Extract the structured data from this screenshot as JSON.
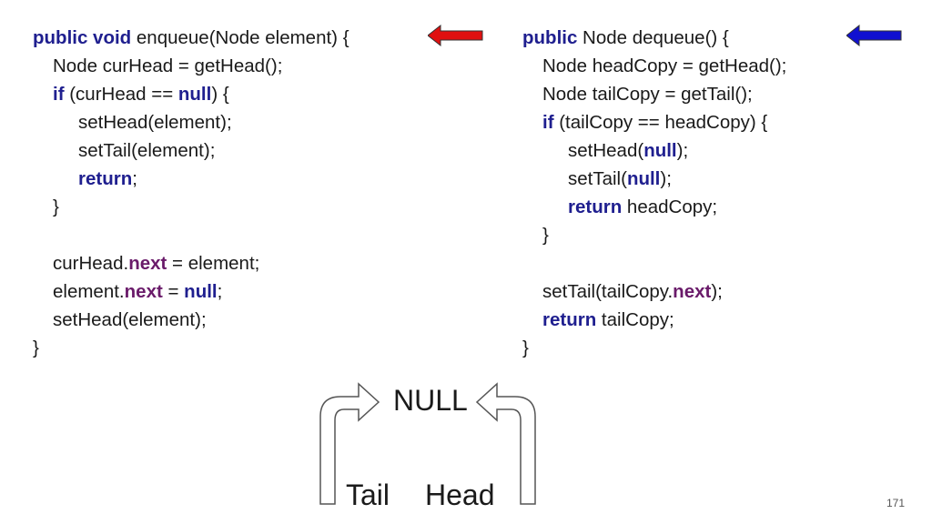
{
  "left_code": {
    "lines": [
      [
        {
          "t": "public void",
          "c": "kw"
        },
        {
          "t": " enqueue(Node element) {",
          "c": "plain"
        }
      ],
      [
        {
          "t": "Node curHead = getHead();",
          "c": "plain"
        }
      ],
      [
        {
          "t": "if",
          "c": "kw"
        },
        {
          "t": " (curHead == ",
          "c": "plain"
        },
        {
          "t": "null",
          "c": "kw"
        },
        {
          "t": ") {",
          "c": "plain"
        }
      ],
      [
        {
          "t": "setHead(element);",
          "c": "plain"
        }
      ],
      [
        {
          "t": "setTail(element);",
          "c": "plain"
        }
      ],
      [
        {
          "t": "return",
          "c": "kw"
        },
        {
          "t": ";",
          "c": "plain"
        }
      ],
      [
        {
          "t": "}",
          "c": "plain"
        }
      ],
      [],
      [
        {
          "t": "curHead.",
          "c": "plain"
        },
        {
          "t": "next",
          "c": "fld"
        },
        {
          "t": " = element;",
          "c": "plain"
        }
      ],
      [
        {
          "t": "element.",
          "c": "plain"
        },
        {
          "t": "next",
          "c": "fld"
        },
        {
          "t": " = ",
          "c": "plain"
        },
        {
          "t": "null",
          "c": "kw"
        },
        {
          "t": ";",
          "c": "plain"
        }
      ],
      [
        {
          "t": "setHead(element);",
          "c": "plain"
        }
      ],
      [
        {
          "t": "}",
          "c": "plain"
        }
      ]
    ],
    "indents": [
      0,
      1,
      1,
      2,
      2,
      2,
      1,
      0,
      1,
      1,
      1,
      0
    ]
  },
  "right_code": {
    "lines": [
      [
        {
          "t": "public",
          "c": "kw"
        },
        {
          "t": " Node dequeue() {",
          "c": "plain"
        }
      ],
      [
        {
          "t": "Node headCopy = getHead();",
          "c": "plain"
        }
      ],
      [
        {
          "t": "Node tailCopy = getTail();",
          "c": "plain"
        }
      ],
      [
        {
          "t": "if",
          "c": "kw"
        },
        {
          "t": " (tailCopy == headCopy) {",
          "c": "plain"
        }
      ],
      [
        {
          "t": "setHead(",
          "c": "plain"
        },
        {
          "t": "null",
          "c": "kw"
        },
        {
          "t": ");",
          "c": "plain"
        }
      ],
      [
        {
          "t": "setTail(",
          "c": "plain"
        },
        {
          "t": "null",
          "c": "kw"
        },
        {
          "t": ");",
          "c": "plain"
        }
      ],
      [
        {
          "t": "return",
          "c": "kw"
        },
        {
          "t": " headCopy;",
          "c": "plain"
        }
      ],
      [
        {
          "t": "}",
          "c": "plain"
        }
      ],
      [],
      [
        {
          "t": "setTail(tailCopy.",
          "c": "plain"
        },
        {
          "t": "next",
          "c": "fld"
        },
        {
          "t": ");",
          "c": "plain"
        }
      ],
      [
        {
          "t": "return",
          "c": "kw"
        },
        {
          "t": " tailCopy;",
          "c": "plain"
        }
      ],
      [
        {
          "t": "}",
          "c": "plain"
        }
      ]
    ],
    "indents": [
      0,
      1,
      1,
      1,
      2,
      2,
      2,
      1,
      0,
      1,
      1,
      0
    ]
  },
  "diagram": {
    "null_label": "NULL",
    "tail_label": "Tail",
    "head_label": "Head"
  },
  "arrows": {
    "enqueue_color": "#e01010",
    "dequeue_color": "#1010d0"
  },
  "page_number": "171"
}
